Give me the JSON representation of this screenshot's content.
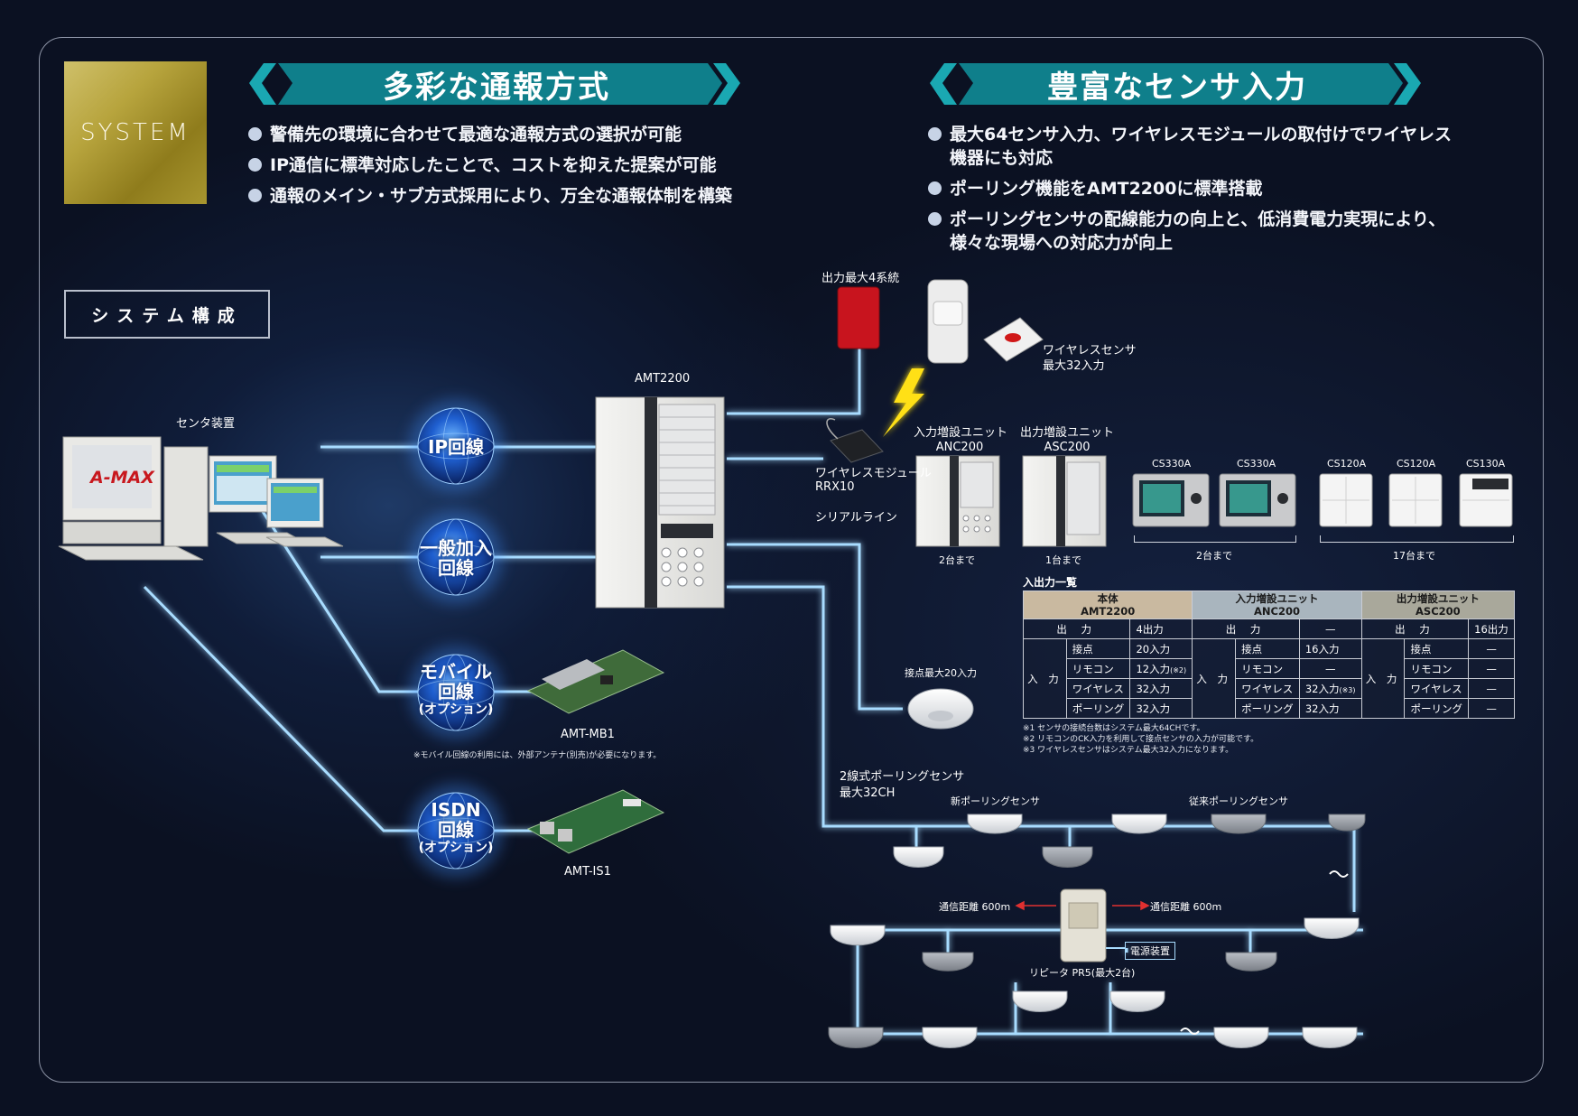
{
  "system_badge": "SYSTEM",
  "left_section": {
    "title": "多彩な通報方式",
    "bullets": [
      "警備先の環境に合わせて最適な通報方式の選択が可能",
      "IP通信に標準対応したことで、コストを抑えた提案が可能",
      "通報のメイン・サブ方式採用により、万全な通報体制を構築"
    ]
  },
  "right_section": {
    "title": "豊富なセンサ入力",
    "bullets": [
      {
        "line1": "最大64センサ入力、ワイヤレスモジュールの取付けでワイヤレス",
        "line2": "機器にも対応"
      },
      {
        "line1": "ポーリング機能をAMT2200に標準搭載",
        "line2": ""
      },
      {
        "line1": "ポーリングセンサの配線能力の向上と、低消費電力実現により、",
        "line2": "様々な現場への対応力が向上"
      }
    ]
  },
  "system_config_label": "システム構成",
  "center": {
    "label": "センタ装置",
    "logo": "A-MAX"
  },
  "main_unit": "AMT2200",
  "lines": {
    "ip": "IP回線",
    "general_1": "一般加入",
    "general_2": "回線",
    "mobile_1": "モバイル",
    "mobile_2": "回線",
    "mobile_3": "(オプション)",
    "isdn_1": "ISDN",
    "isdn_2": "回線",
    "isdn_3": "(オプション)"
  },
  "modules": {
    "mb1": "AMT-MB1",
    "is1": "AMT-IS1",
    "mobile_note": "※モバイル回線の利用には、外部アンテナ(別売)が必要になります。"
  },
  "devices": {
    "output_max": "出力最大4系統",
    "wireless_sensor_1": "ワイヤレスセンサ",
    "wireless_sensor_2": "最大32入力",
    "wireless_module_1": "ワイヤレスモジュール",
    "wireless_module_2": "RRX10",
    "serial_line": "シリアルライン",
    "anc_1": "入力増設ユニット",
    "anc_2": "ANC200",
    "asc_1": "出力増設ユニット",
    "asc_2": "ASC200",
    "anc_limit": "2台まで",
    "asc_limit": "1台まで",
    "cs330a_a": "CS330A",
    "cs330a_b": "CS330A",
    "cs330_limit": "2台まで",
    "cs120a_a": "CS120A",
    "cs120a_b": "CS120A",
    "cs130a": "CS130A",
    "cs1x_limit": "17台まで",
    "contact_max": "接点最大20入力"
  },
  "io_table": {
    "caption": "入出力一覧",
    "col1_head_1": "本体",
    "col1_head_2": "AMT2200",
    "col2_head_1": "入力増設ユニット",
    "col2_head_2": "ANC200",
    "col3_head_1": "出力増設ユニット",
    "col3_head_2": "ASC200",
    "output_label": "出 力",
    "input_label": "入 力",
    "c1_output": "4出力",
    "c2_output": "—",
    "c3_output": "16出力",
    "row_names": [
      "接点",
      "リモコン",
      "ワイヤレス",
      "ポーリング"
    ],
    "c1_vals": [
      "20入力",
      "12入力",
      "32入力",
      "32入力"
    ],
    "c1_note": "(※2)",
    "c2_vals": [
      "16入力",
      "—",
      "32入力",
      "32入力"
    ],
    "c2_note": "(※3)",
    "c3_vals": [
      "—",
      "—",
      "—",
      "—"
    ],
    "notes": [
      "※1 センサの接続台数はシステム最大64CHです。",
      "※2 リモコンのCK入力を利用して接点センサの入力が可能です。",
      "※3 ワイヤレスセンサはシステム最大32入力になります。"
    ]
  },
  "polling": {
    "title_1": "2線式ポーリングセンサ",
    "title_2": "最大32CH",
    "new_sensor": "新ポーリングセンサ",
    "old_sensor": "従来ポーリングセンサ",
    "distance_left": "通信距離 600m",
    "distance_right": "通信距離 600m",
    "power": "電源装置",
    "repeater": "リピータ PR5(最大2台)"
  },
  "colors": {
    "banner": "#0f8f9a",
    "chevron": "#19a7b1",
    "glow_line": "#9fd9ff",
    "serial_line": "#c9ff7a",
    "gold": "#b7a43d"
  }
}
